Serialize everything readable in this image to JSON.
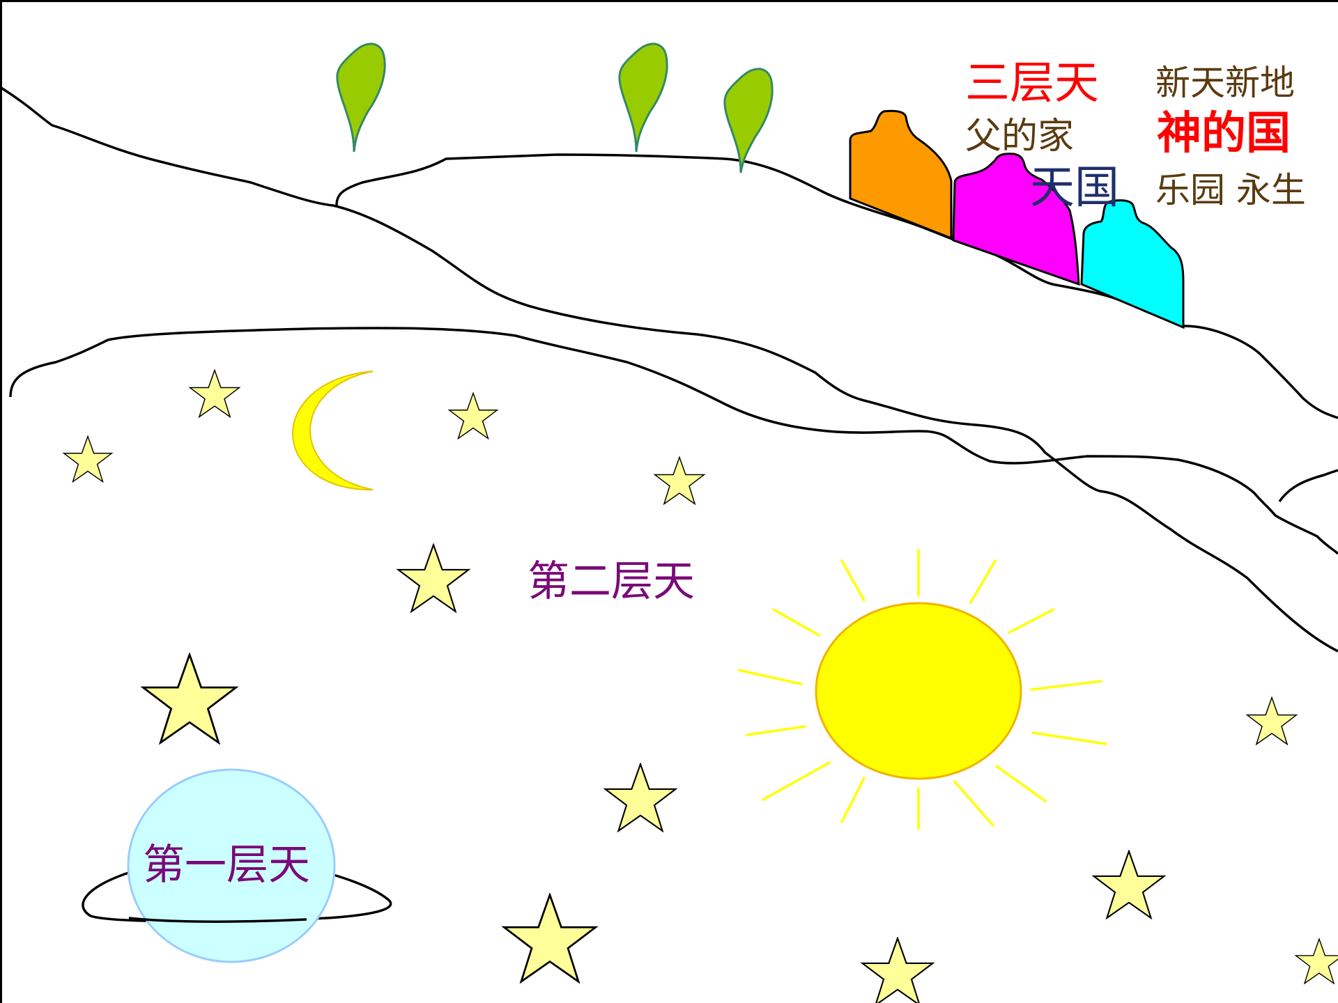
{
  "labels": {
    "third_heaven": "三层天",
    "new_heaven_new_earth": "新天新地",
    "fathers_house": "父的家",
    "kingdom_of_god": "神的国",
    "heavenly_kingdom": "天国",
    "paradise_eternal_life": "乐园  永生",
    "second_heaven": "第二层天",
    "first_heaven": "第一层天"
  },
  "colors": {
    "red_text": "#ff0000",
    "brown_text": "#5a3b10",
    "navy_text": "#1f2f6b",
    "purple_text": "#7a0a78",
    "orange_building": "#ff9900",
    "magenta_building": "#ff00ff",
    "cyan_building": "#00ffff",
    "tree_green": "#99cc00",
    "tree_outline": "#338866",
    "star_fill": "#ffff99",
    "sun_fill": "#ffff00",
    "moon_fill": "#ffff00",
    "planet_fill": "#ccffff",
    "planet_outline": "#99ccff"
  },
  "icons": {
    "tree": "tree-icon",
    "building": "building-icon",
    "star": "star-icon",
    "moon": "crescent-moon-icon",
    "sun": "sun-icon",
    "planet": "planet-icon"
  }
}
